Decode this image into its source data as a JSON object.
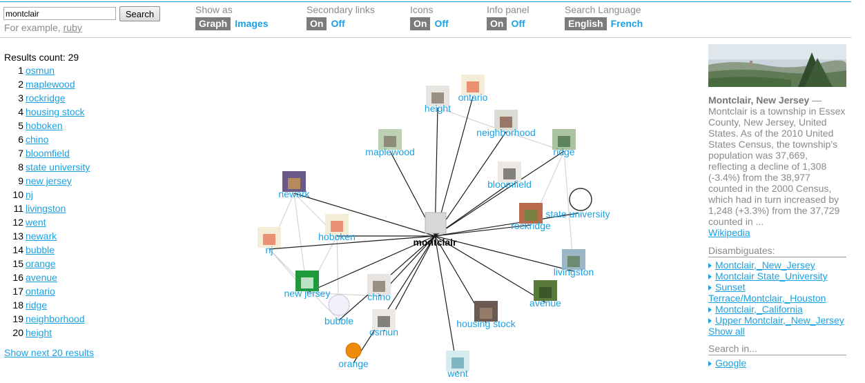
{
  "search": {
    "value": "montclair",
    "button": "Search",
    "example_prefix": "For example, ",
    "example_link": "ruby"
  },
  "options": {
    "show_as": {
      "label": "Show as",
      "on": "Graph",
      "off": "Images"
    },
    "secondary_links": {
      "label": "Secondary links",
      "on": "On",
      "off": "Off"
    },
    "icons": {
      "label": "Icons",
      "on": "On",
      "off": "Off"
    },
    "info_panel": {
      "label": "Info panel",
      "on": "On",
      "off": "Off"
    },
    "search_language": {
      "label": "Search Language",
      "on": "English",
      "off": "French"
    }
  },
  "results": {
    "count_label": "Results count: 29",
    "items": [
      {
        "n": "1",
        "label": "osmun"
      },
      {
        "n": "2",
        "label": "maplewood"
      },
      {
        "n": "3",
        "label": "rockridge"
      },
      {
        "n": "4",
        "label": "housing stock"
      },
      {
        "n": "5",
        "label": "hoboken"
      },
      {
        "n": "6",
        "label": "chino"
      },
      {
        "n": "7",
        "label": "bloomfield"
      },
      {
        "n": "8",
        "label": "state university"
      },
      {
        "n": "9",
        "label": "new jersey"
      },
      {
        "n": "10",
        "label": "nj"
      },
      {
        "n": "11",
        "label": "livingston"
      },
      {
        "n": "12",
        "label": "went"
      },
      {
        "n": "13",
        "label": "newark"
      },
      {
        "n": "14",
        "label": "bubble"
      },
      {
        "n": "15",
        "label": "orange"
      },
      {
        "n": "16",
        "label": "avenue"
      },
      {
        "n": "17",
        "label": "ontario"
      },
      {
        "n": "18",
        "label": "ridge"
      },
      {
        "n": "19",
        "label": "neighborhood"
      },
      {
        "n": "20",
        "label": "height"
      }
    ],
    "show_next": "Show next 20 results"
  },
  "graph": {
    "center": "montclair",
    "link_color": "#1ba1e2",
    "nodes": [
      {
        "id": "height",
        "label": "height",
        "icon": "people-photo-icon"
      },
      {
        "id": "ontario",
        "label": "ontario",
        "icon": "map-icon"
      },
      {
        "id": "neighborhood",
        "label": "neighborhood",
        "icon": "houses-photo-icon"
      },
      {
        "id": "ridge",
        "label": "ridge",
        "icon": "hills-photo-icon"
      },
      {
        "id": "maplewood",
        "label": "maplewood",
        "icon": "building-photo-icon"
      },
      {
        "id": "bloomfield",
        "label": "bloomfield",
        "icon": "portrait-photo-icon"
      },
      {
        "id": "newark",
        "label": "newark",
        "icon": "skyline-photo-icon"
      },
      {
        "id": "state_university",
        "label": "state university",
        "icon": "seal-icon"
      },
      {
        "id": "rockridge",
        "label": "rockridge",
        "icon": "garden-photo-icon"
      },
      {
        "id": "hoboken",
        "label": "hoboken",
        "icon": "map-icon"
      },
      {
        "id": "nj",
        "label": "nj",
        "icon": "map-icon"
      },
      {
        "id": "livingston",
        "label": "livingston",
        "icon": "town-photo-icon"
      },
      {
        "id": "avenue",
        "label": "avenue",
        "icon": "trees-photo-icon"
      },
      {
        "id": "new_jersey",
        "label": "new jersey",
        "icon": "nj-transit-logo-icon"
      },
      {
        "id": "chino",
        "label": "chino",
        "icon": "people-photo-icon"
      },
      {
        "id": "bubble",
        "label": "bubble",
        "icon": "bubble-icon"
      },
      {
        "id": "osmun",
        "label": "osmun",
        "icon": "portrait-photo-icon"
      },
      {
        "id": "housing_stock",
        "label": "housing stock",
        "icon": "street-photo-icon"
      },
      {
        "id": "orange",
        "label": "orange",
        "icon": "orange-fruit-icon"
      },
      {
        "id": "went",
        "label": "went",
        "icon": "book-cover-icon"
      }
    ]
  },
  "info_panel": {
    "title": "Montclair, New Jersey",
    "dash": " — ",
    "summary": "Montclair is a township in Essex County, New Jersey, United States. As of the 2010 United States Census, the township's population was 37,669, reflecting a decline of 1,308 (-3.4%) from the 38,977 counted in the 2000 Census, which had in turn increased by 1,248 (+3.3%) from the 37,729 counted in ...",
    "source_link": "Wikipedia",
    "disambiguates_label": "Disambiguates:",
    "disambiguates": [
      "Montclair,_New_Jersey",
      "Montclair State_University",
      "Sunset Terrace/Montclair,_Houston",
      "Montclair,_California",
      "Upper Montclair,_New_Jersey"
    ],
    "show_all": "Show all",
    "search_in_label": "Search in...",
    "search_in": [
      "Google"
    ]
  }
}
